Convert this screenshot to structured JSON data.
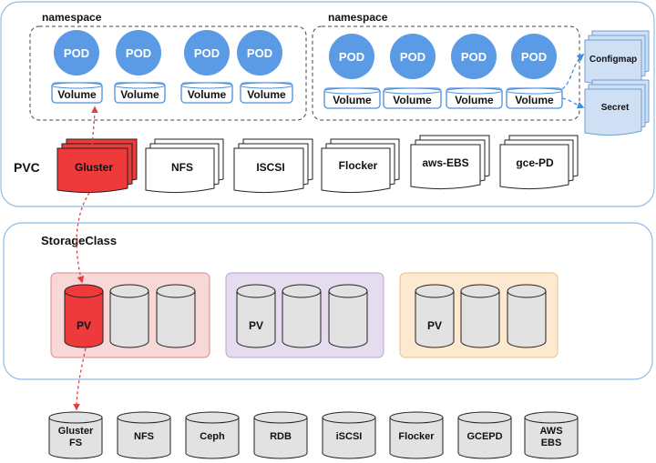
{
  "pvc_section": {
    "label": "PVC",
    "namespaces": [
      {
        "label": "namespace",
        "pods": [
          "POD",
          "POD",
          "POD",
          "POD"
        ],
        "volumes": [
          "Volume",
          "Volume",
          "Volume",
          "Volume"
        ]
      },
      {
        "label": "namespace",
        "pods": [
          "POD",
          "POD",
          "POD",
          "POD"
        ],
        "volumes": [
          "Volume",
          "Volume",
          "Volume",
          "Volume"
        ]
      }
    ],
    "claims": [
      "Gluster",
      "NFS",
      "ISCSI",
      "Flocker",
      "aws-EBS",
      "gce-PD"
    ],
    "side_docs": [
      "Configmap",
      "Secret"
    ]
  },
  "storageclass_section": {
    "label": "StorageClass",
    "groups": [
      {
        "pv_label": "PV",
        "fill": "#f8d7d7",
        "stroke": "#d98a8a"
      },
      {
        "pv_label": "PV",
        "fill": "#e5dcef",
        "stroke": "#b8a4cf"
      },
      {
        "pv_label": "PV",
        "fill": "#fde9cf",
        "stroke": "#e8c08a"
      }
    ]
  },
  "backends": [
    [
      "Gluster",
      "FS"
    ],
    [
      "NFS"
    ],
    [
      "Ceph"
    ],
    [
      "RDB"
    ],
    [
      "iSCSI"
    ],
    [
      "Flocker"
    ],
    [
      "GCEPD"
    ],
    [
      "AWS",
      "EBS"
    ]
  ],
  "colors": {
    "pod": "#5b9be6",
    "volume_stroke": "#4a8fd9",
    "section_stroke": "#8fbde8",
    "highlight_red": "#ee3a3a",
    "cylinder_gray": "#e2e2e2",
    "side_doc_fill": "#cfe0f5",
    "link_arrow": "#e04040",
    "side_arrow": "#3b8ee0"
  }
}
